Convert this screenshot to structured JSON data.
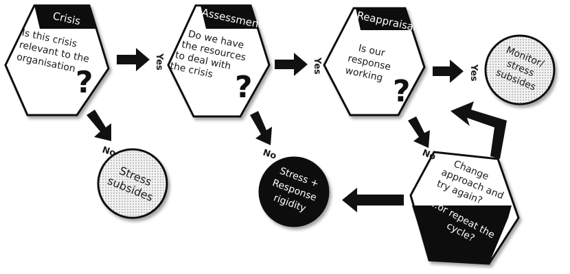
{
  "nodes": {
    "crisis": {
      "header": "Crisis",
      "lines": [
        "Is this crisis",
        "relevant to the",
        "organisation"
      ]
    },
    "assessment": {
      "header": "Assessment",
      "lines": [
        "Do we have",
        "the resources",
        "to deal with",
        "the crisis"
      ]
    },
    "reappraisal": {
      "header": "Reappraisal",
      "lines": [
        "Is our",
        "response",
        "working"
      ]
    },
    "change": {
      "lines": [
        "Change",
        "approach and",
        "try again?"
      ],
      "alt_lines": [
        "...or repeat the",
        "cycle?"
      ]
    }
  },
  "circles": {
    "monitor": [
      "Monitor/",
      "stress",
      "subsides"
    ],
    "stress_subsides": [
      "Stress",
      "subsides"
    ],
    "stress_response": [
      "Stress +",
      "Response",
      "rigidity"
    ]
  },
  "arrow_labels": {
    "yes1": "Yes",
    "yes2": "Yes",
    "yes3": "Yes",
    "no1": "No",
    "no2": "No",
    "no3": "No"
  },
  "question_mark": "?",
  "colors": {
    "ink": "#111111",
    "fill": "#ffffff",
    "dots": "#cfcfcf"
  }
}
